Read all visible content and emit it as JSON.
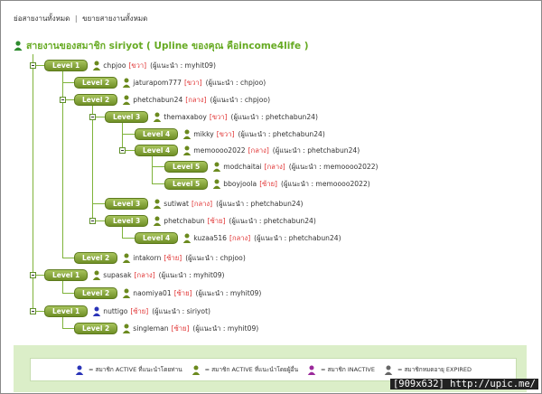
{
  "topbar": {
    "collapse_all": "ย่อสายงานทั้งหมด",
    "separator": "|",
    "expand_all": "ขยายสายงานทั้งหมด"
  },
  "title": "สายงานของสมาชิก siriyot ( Upline ของคุณ คือincome4life )",
  "colors": {
    "active_self": "#2a34b8",
    "active_other": "#6b8a1e",
    "inactive": "#9b2a9b",
    "expired": "#666666",
    "accent": "#66aa22",
    "side_label": "#e03030"
  },
  "nodes": [
    {
      "level": "Level 1",
      "name": "chpjoo",
      "side": "[ขวา]",
      "ref": "(ผู้แนะนำ : myhit09)",
      "icon": "member-active-other-icon"
    },
    {
      "level": "Level 2",
      "name": "jaturapom777",
      "side": "[ขวา]",
      "ref": "(ผู้แนะนำ : chpjoo)",
      "icon": "member-active-other-icon"
    },
    {
      "level": "Level 2",
      "name": "phetchabun24",
      "side": "[กลาง]",
      "ref": "(ผู้แนะนำ : chpjoo)",
      "icon": "member-active-other-icon"
    },
    {
      "level": "Level 3",
      "name": "themaxaboy",
      "side": "[ขวา]",
      "ref": "(ผู้แนะนำ : phetchabun24)",
      "icon": "member-active-other-icon"
    },
    {
      "level": "Level 4",
      "name": "mikky",
      "side": "[ขวา]",
      "ref": "(ผู้แนะนำ : phetchabun24)",
      "icon": "member-active-other-icon"
    },
    {
      "level": "Level 4",
      "name": "memoooo2022",
      "side": "[กลาง]",
      "ref": "(ผู้แนะนำ : phetchabun24)",
      "icon": "member-active-other-icon"
    },
    {
      "level": "Level 5",
      "name": "modchaitai",
      "side": "[กลาง]",
      "ref": "(ผู้แนะนำ : memoooo2022)",
      "icon": "member-active-other-icon"
    },
    {
      "level": "Level 5",
      "name": "bboyjoola",
      "side": "[ซ้าย]",
      "ref": "(ผู้แนะนำ : memoooo2022)",
      "icon": "member-active-other-icon"
    },
    {
      "level": "Level 3",
      "name": "sutiwat",
      "side": "[กลาง]",
      "ref": "(ผู้แนะนำ : phetchabun24)",
      "icon": "member-active-other-icon"
    },
    {
      "level": "Level 3",
      "name": "phetchabun",
      "side": "[ซ้าย]",
      "ref": "(ผู้แนะนำ : phetchabun24)",
      "icon": "member-active-other-icon"
    },
    {
      "level": "Level 4",
      "name": "kuzaa516",
      "side": "[กลาง]",
      "ref": "(ผู้แนะนำ : phetchabun24)",
      "icon": "member-active-other-icon"
    },
    {
      "level": "Level 2",
      "name": "intakorn",
      "side": "[ซ้าย]",
      "ref": "(ผู้แนะนำ : chpjoo)",
      "icon": "member-active-other-icon"
    },
    {
      "level": "Level 1",
      "name": "supasak",
      "side": "[กลาง]",
      "ref": "(ผู้แนะนำ : myhit09)",
      "icon": "member-active-other-icon"
    },
    {
      "level": "Level 2",
      "name": "naomiya01",
      "side": "[ซ้าย]",
      "ref": "(ผู้แนะนำ : myhit09)",
      "icon": "member-active-other-icon"
    },
    {
      "level": "Level 1",
      "name": "nuttigo",
      "side": "[ซ้าย]",
      "ref": "(ผู้แนะนำ : siriyot)",
      "icon": "member-active-self-icon"
    },
    {
      "level": "Level 2",
      "name": "singleman",
      "side": "[ซ้าย]",
      "ref": "(ผู้แนะนำ : myhit09)",
      "icon": "member-active-other-icon"
    }
  ],
  "legend": [
    {
      "label": "= สมาชิก ACTIVE ที่แนะนำโดยท่าน",
      "icon": "member-active-self-icon"
    },
    {
      "label": "= สมาชิก ACTIVE ที่แนะนำโดยผู้อื่น",
      "icon": "member-active-other-icon"
    },
    {
      "label": "= สมาชิก INACTIVE",
      "icon": "member-inactive-icon"
    },
    {
      "label": "= สมาชิกหมดอายุ EXPIRED",
      "icon": "member-expired-icon"
    }
  ],
  "watermark": "[909x632] http://upic.me/"
}
